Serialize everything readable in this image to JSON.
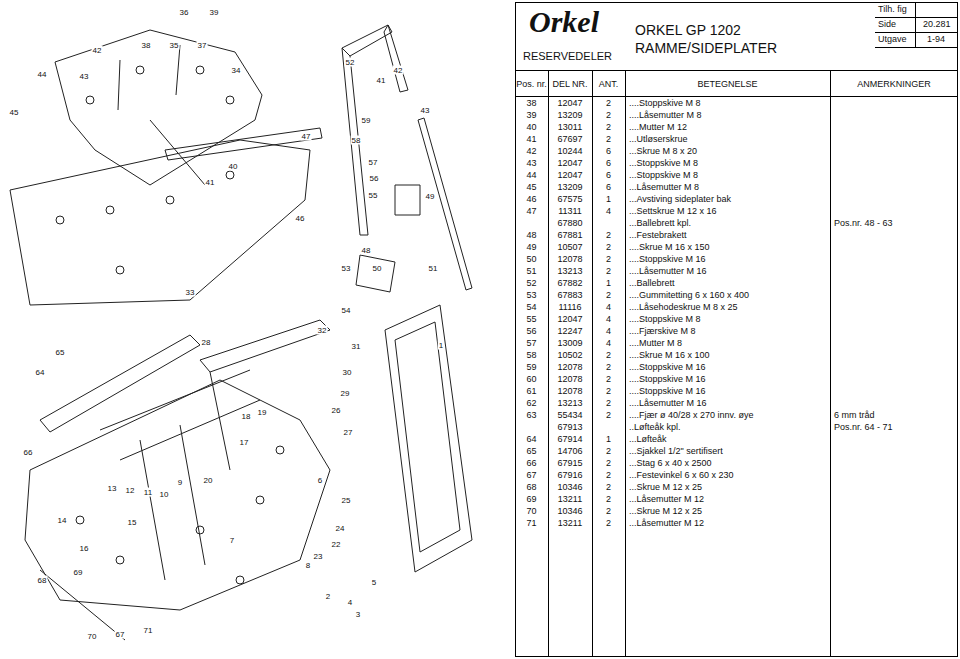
{
  "diagram": {
    "nodes": [
      {
        "text": [
          "Orkel",
          "RESERVEDELER"
        ]
      },
      {
        "text": [
          "ORKEL GP 1202",
          "RAMME/SIDEPLATER"
        ]
      },
      {
        "text": [
          "Tilh. fig",
          "Side",
          "20.281",
          "Utgave",
          "1-94"
        ]
      }
    ],
    "labels": [
      "42",
      "38",
      "35",
      "36",
      "39",
      "37",
      "34",
      "44",
      "43",
      "45",
      "47",
      "40",
      "41",
      "46",
      "33",
      "52",
      "41",
      "42",
      "43",
      "59",
      "58",
      "57",
      "56",
      "55",
      "49",
      "48",
      "53",
      "50",
      "51",
      "54",
      "32",
      "31",
      "30",
      "29",
      "28",
      "26",
      "27",
      "19",
      "18",
      "17",
      "1",
      "25",
      "24",
      "22",
      "23",
      "13",
      "12",
      "11",
      "10",
      "9",
      "20",
      "15",
      "14",
      "16",
      "7",
      "8",
      "6",
      "5",
      "4",
      "3",
      "2",
      "65",
      "64",
      "66",
      "68",
      "69",
      "70",
      "67",
      "71",
      "Pos. nr.",
      "DEL NR.",
      "ANT.",
      "BETEGNELSE",
      "ANMERKNINGER",
      "38",
      "12047",
      "2",
      "....Stoppskive M 8",
      "39",
      "13209",
      "2",
      "....Låsemutter M 8",
      "40",
      "13011",
      "2",
      "....Mutter M 12",
      "41",
      "67697",
      "2",
      "...Utløserskrue",
      "42",
      "10244",
      "6",
      "...Skrue M 8 x 20",
      "43",
      "12047",
      "6",
      "...Stoppskive M 8",
      "44",
      "12047",
      "6",
      "...Stoppskive M 8",
      "45",
      "13209",
      "6",
      "...Låsemutter M 8",
      "46",
      "67575",
      "1",
      "...Avstiving sideplater bak",
      "47",
      "11311",
      "4",
      "...Settskrue M 12 x 16",
      "67880",
      "...Ballebrett kpl.",
      "Pos.nr. 48 - 63",
      "48",
      "67881",
      "2",
      "...Festebrakett",
      "49",
      "10507",
      "2",
      "....Skrue M 16 x 150",
      "50",
      "12078",
      "2",
      "....Stoppskive M 16",
      "51",
      "13213",
      "2",
      "....Låsemutter M 16",
      "52",
      "67882",
      "1",
      "...Ballebrett",
      "53",
      "67883",
      "2",
      "....Gummitetting 6 x 160 x 400",
      "54",
      "11116",
      "4",
      "....Låsehodeskrue M 8 x 25",
      "55",
      "12047",
      "4",
      "....Stoppskive M 8",
      "56",
      "12247",
      "4",
      "....Fjærskive M 8",
      "57",
      "13009",
      "4",
      "....Mutter M 8",
      "58",
      "10502",
      "2",
      "....Skrue M 16 x 100",
      "59",
      "12078",
      "2",
      "....Stoppskive M 16",
      "60",
      "12078",
      "2",
      "....Stoppskive M 16",
      "61",
      "12078",
      "2",
      "....Stoppskive M 16",
      "62",
      "13213",
      "2",
      "....Låsemutter M 16",
      "63",
      "55434",
      "2",
      "....Fjær ø 40/28 x 270 innv. øye",
      "6 mm tråd",
      "67913",
      "..Løfteåk kpl.",
      "Pos.nr. 64 - 71",
      "64",
      "67914",
      "1",
      "...Løfteåk",
      "65",
      "14706",
      "2",
      "...Sjakkel 1/2\" sertifisert",
      "66",
      "67915",
      "2",
      "...Stag 6 x 40 x 2500",
      "67",
      "67916",
      "2",
      "...Festevinkel 6 x 60 x 230",
      "68",
      "10346",
      "2",
      "...Skrue M 12 x 25",
      "69",
      "13211",
      "2",
      "...Låsemutter M 12",
      "70",
      "10346",
      "2",
      "...Skrue M 12 x 25",
      "71",
      "13211",
      "2",
      "...Låsemutter M 12"
    ]
  }
}
